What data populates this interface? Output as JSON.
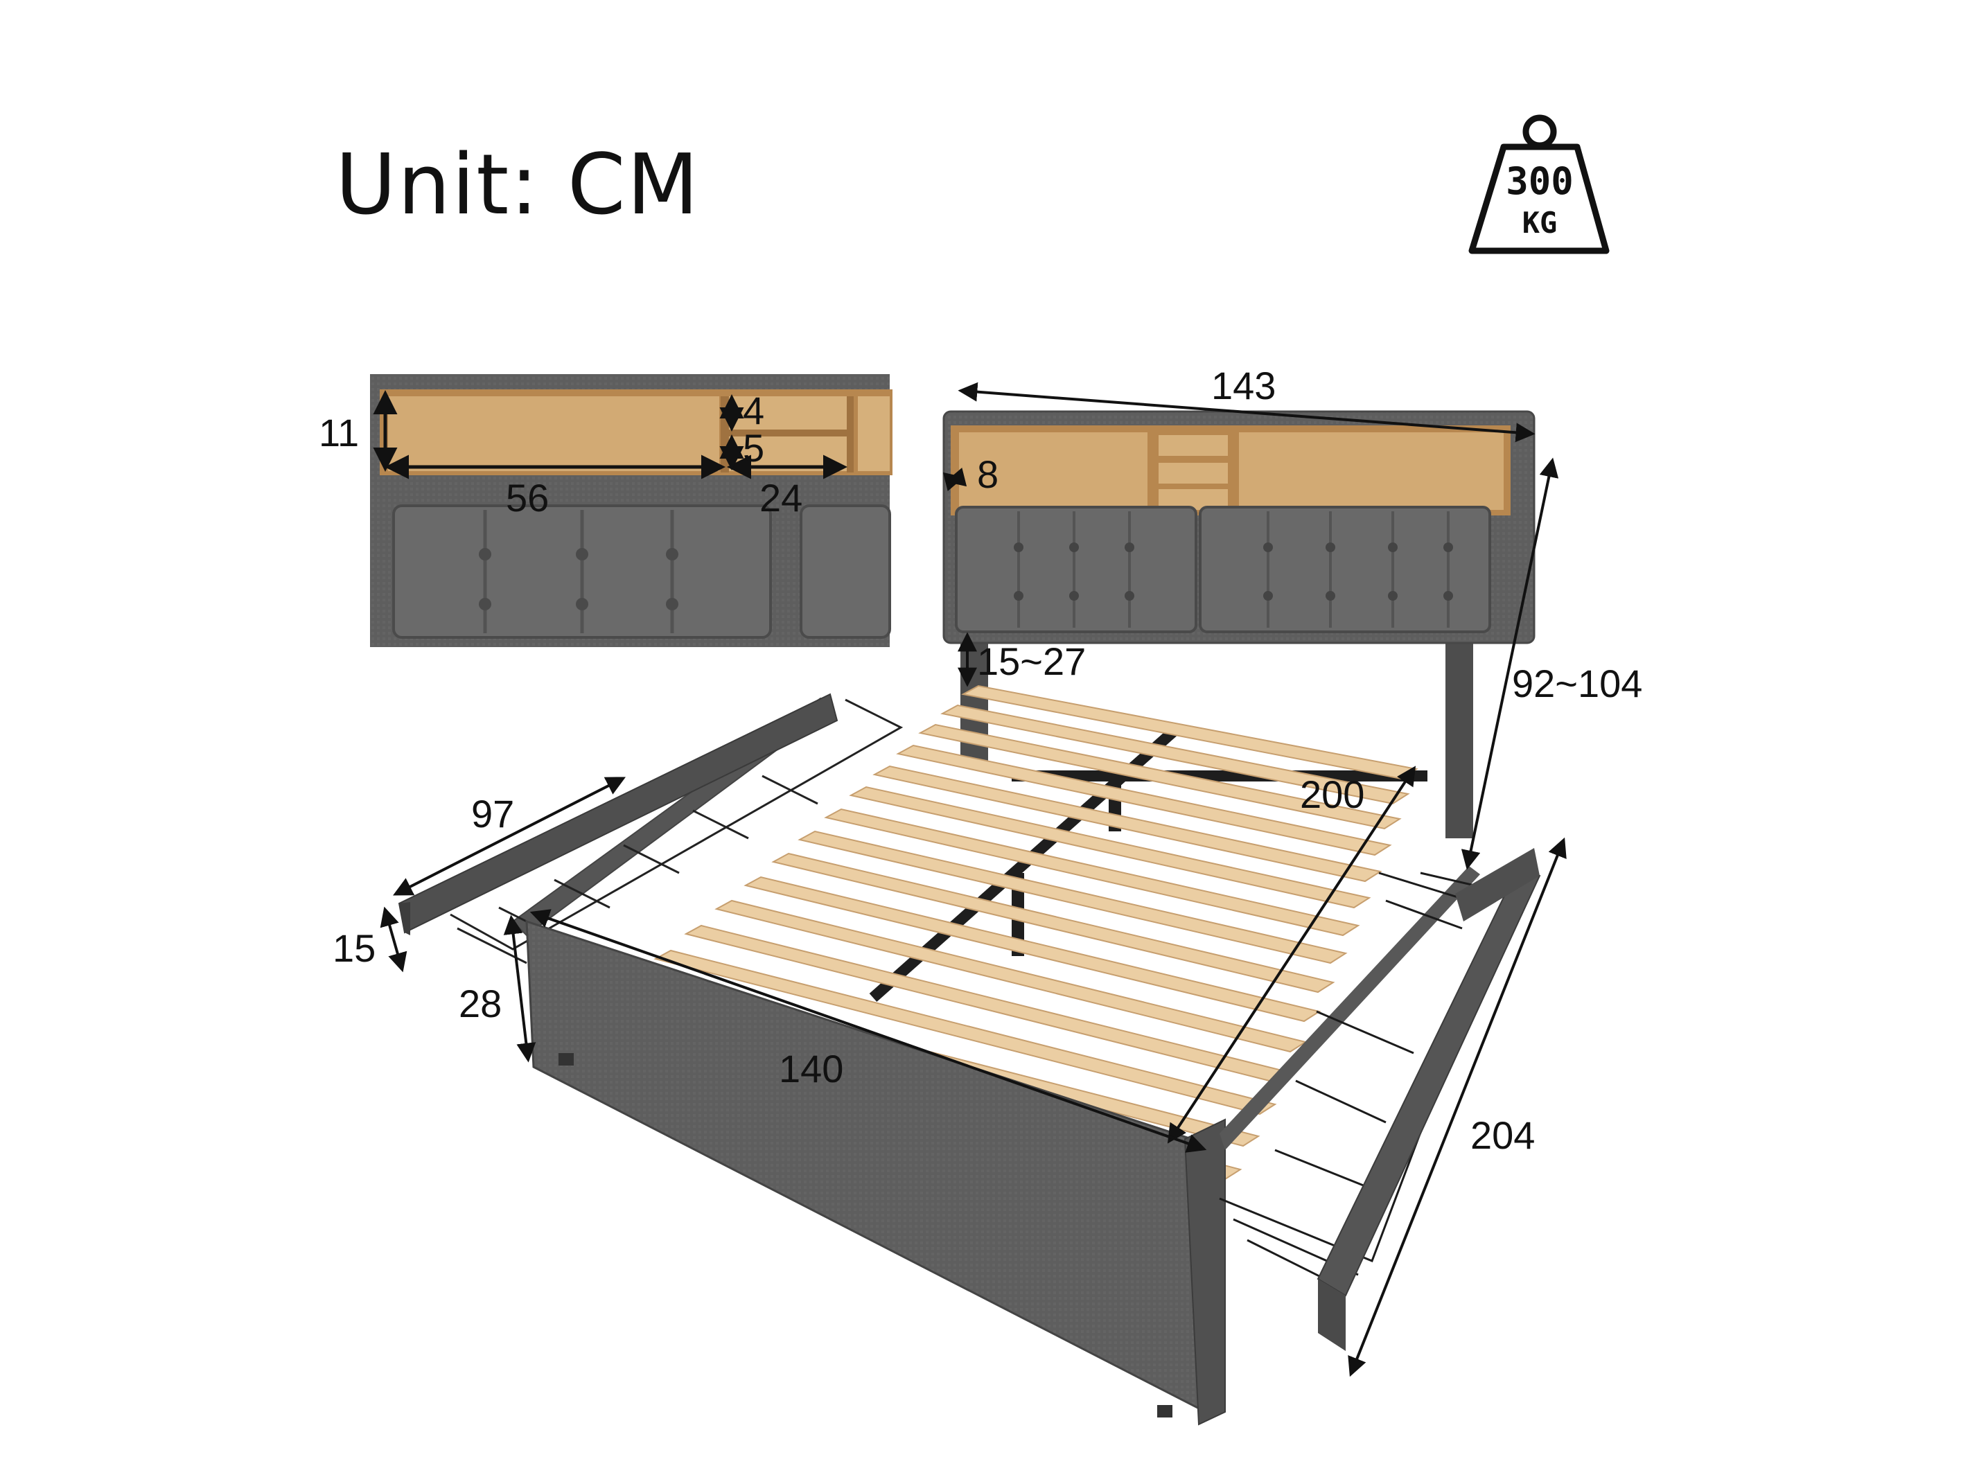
{
  "unit_label": "Unit: CM",
  "weight_badge": {
    "icon": "weight-icon",
    "value": "300",
    "unit": "KG"
  },
  "inset": {
    "shelf_height": "11",
    "small_shelf_top": "4",
    "small_shelf_bottom": "5",
    "main_compartment_width": "56",
    "side_compartment_width": "24"
  },
  "dimensions": {
    "headboard_width": "143",
    "shelf_depth": "8",
    "leg_clearance": "15~27",
    "total_height": "92~104",
    "slat_length": "200",
    "drawer_length": "97",
    "drawer_height": "15",
    "side_rail_height": "28",
    "frame_width": "140",
    "total_length": "204"
  },
  "colors": {
    "fabric": "#5b5b5b",
    "fabric_light": "#6e6e6e",
    "wood": "#c89a62",
    "slat": "#e9c99b",
    "steel": "#1e1e1e"
  }
}
